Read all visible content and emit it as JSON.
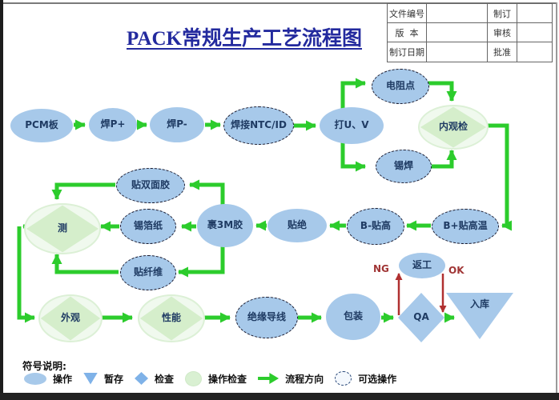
{
  "title": "PACK常规生产工艺流程图",
  "info_table": {
    "rows": [
      {
        "left_label": "文件编号",
        "left_value": "",
        "right_label": "制订",
        "right_value": ""
      },
      {
        "left_label": "版  本",
        "left_value": "",
        "right_label": "审核",
        "right_value": ""
      },
      {
        "left_label": "制订日期",
        "left_value": "",
        "right_label": "批准",
        "right_value": ""
      }
    ]
  },
  "nodes": {
    "pcm": {
      "label": "PCM板",
      "type": "operation"
    },
    "weld_p_plus": {
      "label": "焊P+",
      "type": "operation"
    },
    "weld_p_minus": {
      "label": "焊P-",
      "type": "operation"
    },
    "weld_ntc_id": {
      "label": "焊接NTC/ID",
      "type": "optional"
    },
    "punch_uv": {
      "label": "打U、V",
      "type": "operation"
    },
    "resistance_spot": {
      "label": "电阻点",
      "type": "optional"
    },
    "tin_solder": {
      "label": "锡焊",
      "type": "optional"
    },
    "inner_inspect": {
      "label": "内观检",
      "type": "operation-check"
    },
    "b_plus_tape": {
      "label": "B+贴高温",
      "type": "optional"
    },
    "b_minus_tape": {
      "label": "B-贴高",
      "type": "optional"
    },
    "tape_insulation": {
      "label": "贴绝",
      "type": "operation"
    },
    "wrap_3m": {
      "label": "裹3M胶",
      "type": "operation"
    },
    "double_tape": {
      "label": "贴双面胶",
      "type": "optional"
    },
    "tin_foil": {
      "label": "锡箔纸",
      "type": "optional"
    },
    "fiber_tape": {
      "label": "贴纤维",
      "type": "optional"
    },
    "test": {
      "label": "测",
      "type": "operation-check"
    },
    "appearance": {
      "label": "外观",
      "type": "operation-check"
    },
    "performance": {
      "label": "性能",
      "type": "operation-check"
    },
    "insulated_wire": {
      "label": "绝缘导线",
      "type": "optional"
    },
    "packing": {
      "label": "包装",
      "type": "operation"
    },
    "qa": {
      "label": "QA",
      "type": "check"
    },
    "warehouse": {
      "label": "入库",
      "type": "buffer"
    },
    "rework": {
      "label": "返工",
      "type": "operation"
    }
  },
  "flow_labels": {
    "ng": "NG",
    "ok": "OK"
  },
  "legend": {
    "heading": "符号说明:",
    "items": [
      {
        "symbol": "operation-ellipse",
        "label": "操作"
      },
      {
        "symbol": "buffer-triangle",
        "label": "暂存"
      },
      {
        "symbol": "check-diamond",
        "label": "检查"
      },
      {
        "symbol": "operation-check-ellipse",
        "label": "操作检查"
      },
      {
        "symbol": "flow-direction-arrow",
        "label": "流程方向"
      },
      {
        "symbol": "optional-dashed-ellipse",
        "label": "可选操作"
      }
    ]
  },
  "colors": {
    "node_fill": "#a7c9ea",
    "opcheck_fill": "#d5eecb",
    "arrow_green": "#2ccc2c",
    "arrow_red": "#b03030",
    "title_color": "#232a9e",
    "ng_ok_color": "#a03535",
    "node_text": "#1f3b63"
  }
}
